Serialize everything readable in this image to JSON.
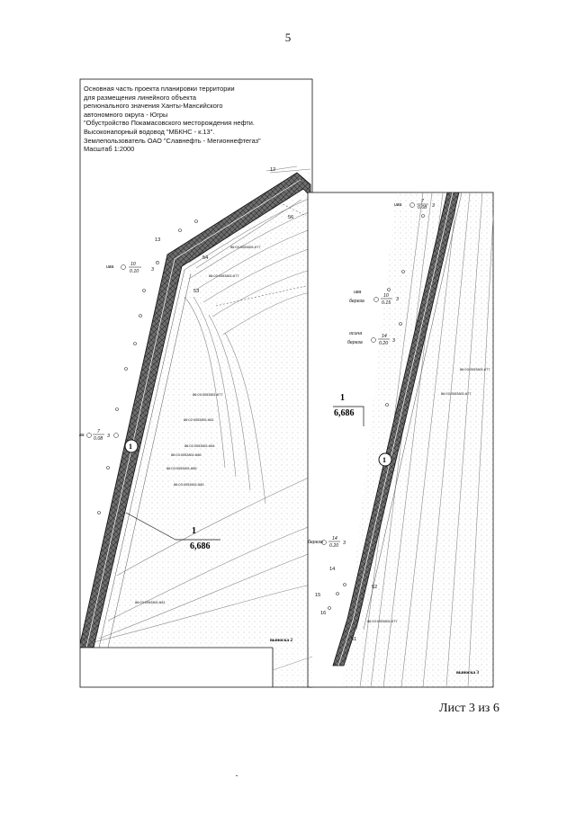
{
  "page_number": "5",
  "sheet_label": "Лист 3 из 6",
  "title_lines": [
    "Основная часть проекта планировки территории",
    "для размещения линейного объекта",
    "регионального значения Ханты-Мансийского",
    "автономного округа - Югры",
    "\"Обустройство Покамасовского месторождения нефти.",
    "Высоконапорный водовод \"МБКНС - к.13\".",
    "Землепользователь ОАО \"Славнефть - Мегионнефтегаз\"",
    "Масштаб 1:2000"
  ],
  "callouts": {
    "left": "выноска 2",
    "right": "выноска 3"
  },
  "zone_number": "1",
  "plot_fraction": {
    "num": "1",
    "den": "6,686"
  },
  "point_numbers": [
    "12",
    "13",
    "14",
    "15",
    "16"
  ],
  "parcel_labels": {
    "p56": "56",
    "p54": "54",
    "p53": "53",
    "p52": "52",
    "p51": "51"
  },
  "cadastral": {
    "c1": "86:03:0053801:677",
    "c2": "86:03:0053801:677",
    "c3": "86:03:0053801:677",
    "c4": "86:02:0053801:681",
    "c5": "86:02:0053801:684",
    "c6": "86:03:0053801:686",
    "c7": "86:03:0053801:685",
    "c8": "86:03:0053601:680",
    "c9": "86:03:0053801:681",
    "c10": "86:03:0053801:677",
    "c11": "86:03:0053801:677",
    "c12": "86:03:0053801:677"
  },
  "trees": {
    "t1": {
      "species": "ива",
      "num": "10",
      "den": "0.10",
      "count": "3"
    },
    "t2": {
      "species": "ва",
      "num": "7",
      "den": "0.08",
      "count": "3"
    },
    "t3": {
      "species": "ива",
      "num": "7",
      "den": "0.08",
      "count": "3"
    },
    "t4a": "ива",
    "t4b": "береза",
    "t4": {
      "num": "10",
      "den": "0.15",
      "count": "3"
    },
    "t5a": "осина",
    "t5b": "береза",
    "t5": {
      "num": "14",
      "den": "0.20",
      "count": "3"
    },
    "t6": {
      "species": "береза",
      "num": "14",
      "den": "0.20",
      "count": "3"
    }
  }
}
